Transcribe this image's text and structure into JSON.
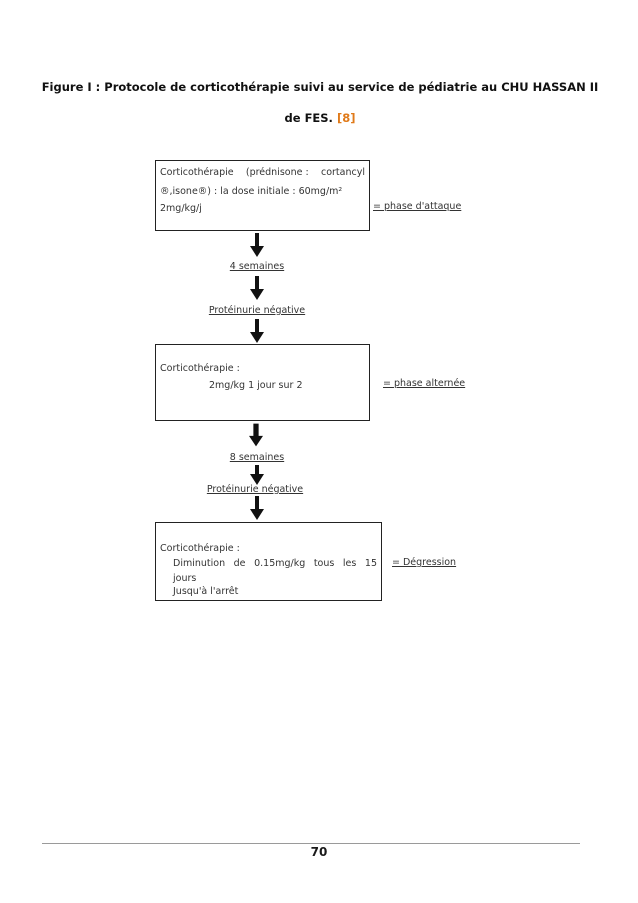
{
  "caption": {
    "line1": "Figure I : Protocole de corticothérapie suivi au service de pédiatrie au CHU HASSAN II",
    "line2": "de FES.",
    "ref": "[8]"
  },
  "flowchart": {
    "box1": {
      "line1_a": "Corticothérapie",
      "line1_b": "(prédnisone :",
      "line1_c": "cortancyl",
      "line2": "®,isone®) : la dose initiale : 60mg/m²",
      "line3": "2mg/kg/j",
      "phase": "= phase d'attaque"
    },
    "step1": {
      "duration": "4 semaines",
      "condition": "Protéinurie négative"
    },
    "box2": {
      "line1": "Corticothérapie :",
      "line2": "2mg/kg 1 jour sur 2",
      "phase": "= phase alternée"
    },
    "step2": {
      "duration": "8 semaines",
      "condition": "Protéinurie négative"
    },
    "box3": {
      "line1": "Corticothérapie :",
      "line2_a": "Diminution",
      "line2_b": "de",
      "line2_c": "0.15mg/kg",
      "line2_d": "tous",
      "line2_e": "les",
      "line2_f": "15",
      "line3": "jours",
      "line4": "Jusqu'à l'arrêt",
      "phase": "= Dégression"
    }
  },
  "page_number": "70"
}
